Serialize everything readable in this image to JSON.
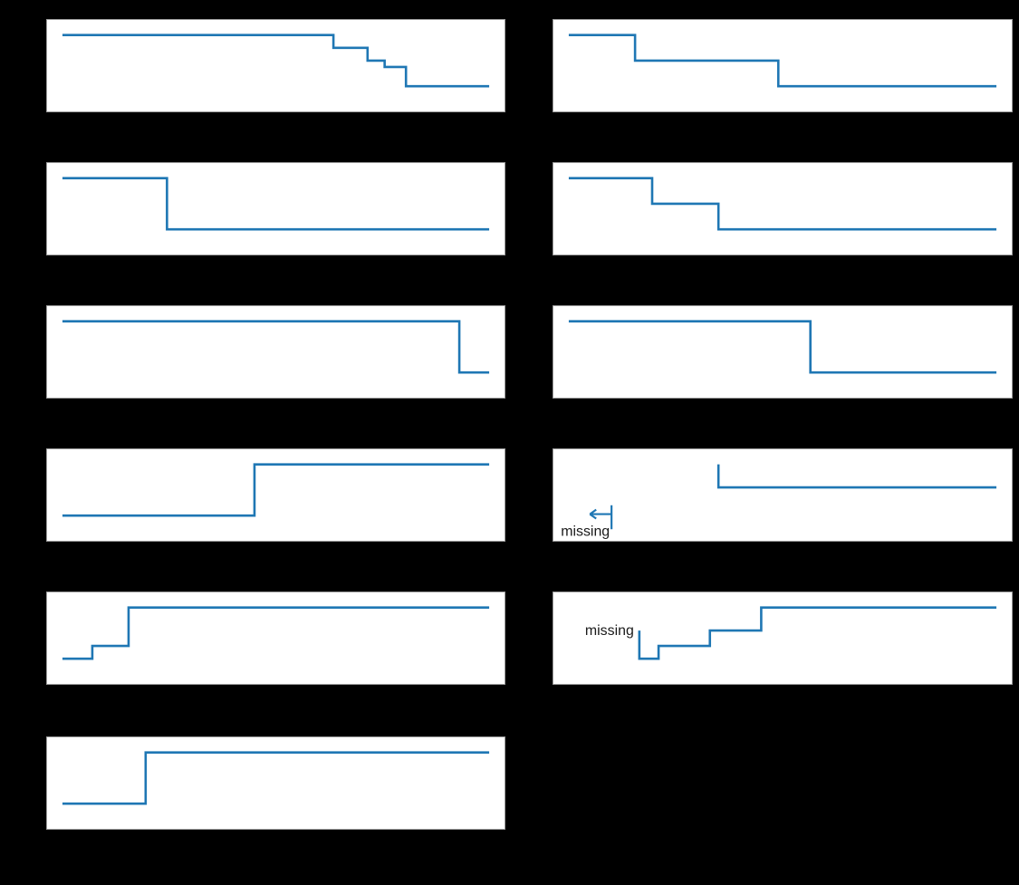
{
  "figure": {
    "background_color": "#000000",
    "panel_background_color": "#ffffff",
    "panel_border_color": "#9a9a9a",
    "line_color": "#1f77b4",
    "annotation_text_color": "#1a1a1a",
    "columns": 2,
    "rows": 6,
    "panel_count": 11
  },
  "annotations": {
    "missing_label_1": "missing",
    "missing_label_2": "missing"
  },
  "chart_data": [
    {
      "id": "panel-1",
      "type": "line",
      "step": "post",
      "title": "",
      "xlabel": "",
      "ylabel": "",
      "xlim": [
        0,
        100
      ],
      "ylim": [
        0,
        5
      ],
      "grid": false,
      "legend": null,
      "x": [
        0,
        63.5,
        71.5,
        75.5,
        80.5,
        100
      ],
      "y": [
        5,
        4,
        3,
        2.5,
        1,
        1
      ]
    },
    {
      "id": "panel-2",
      "type": "line",
      "step": "post",
      "title": "",
      "xlabel": "",
      "ylabel": "",
      "xlim": [
        0,
        100
      ],
      "ylim": [
        0,
        5
      ],
      "grid": false,
      "legend": null,
      "x": [
        0,
        15.5,
        49,
        100
      ],
      "y": [
        5,
        3,
        1,
        1
      ]
    },
    {
      "id": "panel-3",
      "type": "line",
      "step": "post",
      "title": "",
      "xlabel": "",
      "ylabel": "",
      "xlim": [
        0,
        100
      ],
      "ylim": [
        0,
        5
      ],
      "grid": false,
      "legend": null,
      "x": [
        0,
        24.5,
        100
      ],
      "y": [
        5,
        1,
        1
      ]
    },
    {
      "id": "panel-4",
      "type": "line",
      "step": "post",
      "title": "",
      "xlabel": "",
      "ylabel": "",
      "xlim": [
        0,
        100
      ],
      "ylim": [
        0,
        5
      ],
      "grid": false,
      "legend": null,
      "x": [
        0,
        19.5,
        35,
        100
      ],
      "y": [
        5,
        3,
        1,
        1
      ]
    },
    {
      "id": "panel-5",
      "type": "line",
      "step": "post",
      "title": "",
      "xlabel": "",
      "ylabel": "",
      "xlim": [
        0,
        100
      ],
      "ylim": [
        0,
        5
      ],
      "grid": false,
      "legend": null,
      "x": [
        0,
        93,
        100
      ],
      "y": [
        5,
        1,
        1
      ]
    },
    {
      "id": "panel-6",
      "type": "line",
      "step": "post",
      "title": "",
      "xlabel": "",
      "ylabel": "",
      "xlim": [
        0,
        100
      ],
      "ylim": [
        0,
        5
      ],
      "grid": false,
      "legend": null,
      "x": [
        0,
        56.5,
        100
      ],
      "y": [
        5,
        1,
        1
      ]
    },
    {
      "id": "panel-7",
      "type": "line",
      "step": "post",
      "title": "",
      "xlabel": "",
      "ylabel": "",
      "xlim": [
        0,
        100
      ],
      "ylim": [
        0,
        5
      ],
      "grid": false,
      "legend": null,
      "x": [
        0,
        45,
        100
      ],
      "y": [
        1,
        5,
        5
      ]
    },
    {
      "id": "panel-8",
      "type": "line",
      "step": "post",
      "title": "",
      "xlabel": "",
      "ylabel": "",
      "xlim": [
        0,
        100
      ],
      "ylim": [
        0,
        5
      ],
      "grid": false,
      "legend": null,
      "x": [
        35,
        35,
        100
      ],
      "y": [
        5,
        3.2,
        3.2
      ],
      "annotation": {
        "text": "missing",
        "marker_x": 10,
        "arrow": "left"
      }
    },
    {
      "id": "panel-9",
      "type": "line",
      "step": "post",
      "title": "",
      "xlabel": "",
      "ylabel": "",
      "xlim": [
        0,
        100
      ],
      "ylim": [
        0,
        5
      ],
      "grid": false,
      "legend": null,
      "x": [
        0,
        7,
        15.5,
        100
      ],
      "y": [
        1,
        2,
        5,
        5
      ]
    },
    {
      "id": "panel-10",
      "type": "line",
      "step": "post",
      "title": "",
      "xlabel": "",
      "ylabel": "",
      "xlim": [
        0,
        100
      ],
      "ylim": [
        0,
        5
      ],
      "grid": false,
      "legend": null,
      "x": [
        16.5,
        16.5,
        21,
        33,
        45,
        100
      ],
      "y": [
        3.2,
        1,
        2,
        3.2,
        5,
        5
      ],
      "annotation": {
        "text": "missing",
        "marker_x": 16.5,
        "arrow": null
      }
    },
    {
      "id": "panel-11",
      "type": "line",
      "step": "post",
      "title": "",
      "xlabel": "",
      "ylabel": "",
      "xlim": [
        0,
        100
      ],
      "ylim": [
        0,
        5
      ],
      "grid": false,
      "legend": null,
      "x": [
        0,
        19.5,
        100
      ],
      "y": [
        1,
        5,
        5
      ]
    }
  ]
}
